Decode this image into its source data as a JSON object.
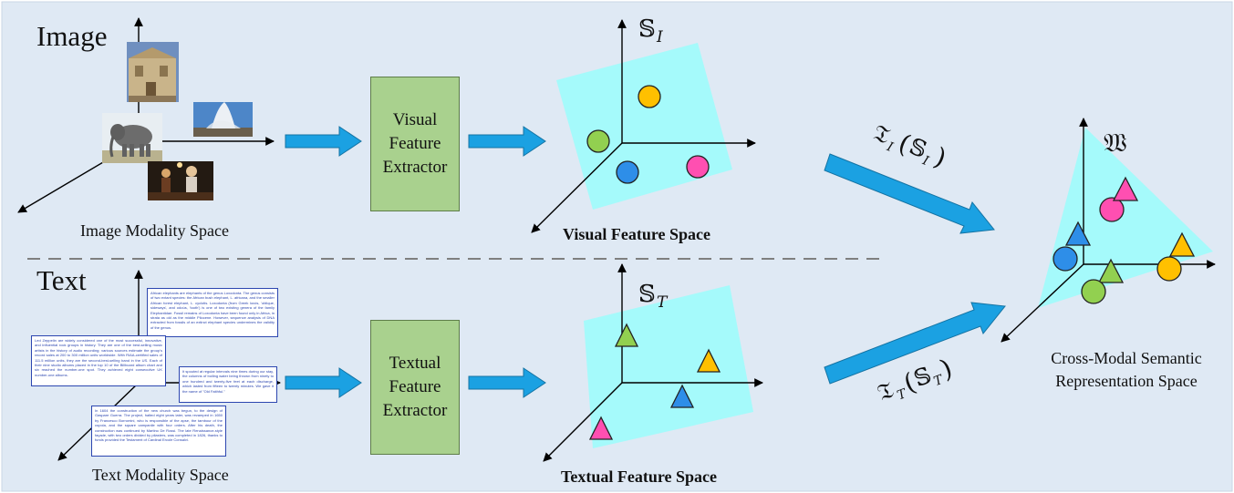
{
  "labels": {
    "image_title": "Image",
    "text_title": "Text",
    "image_modality_space": "Image Modality Space",
    "text_modality_space": "Text Modality Space",
    "visual_feature_space": "Visual Feature Space",
    "textual_feature_space": "Textual Feature Space",
    "cross_modal_line1": "Cross-Modal Semantic",
    "cross_modal_line2": "Representation Space"
  },
  "boxes": {
    "visual": [
      "Visual",
      "Feature",
      "Extractor"
    ],
    "textual": [
      "Textual",
      "Feature",
      "Extractor"
    ]
  },
  "math": {
    "visual_space_symbol": "𝕊",
    "visual_space_sub": "I",
    "textual_space_symbol": "𝕊",
    "textual_space_sub": "T",
    "cross_space_symbol": "𝔚",
    "visual_map_symbol": "𝔗",
    "visual_map_sub": "I",
    "textual_map_symbol": "𝔗",
    "textual_map_sub": "T"
  },
  "text_docs": [
    "African elephants are elephants of the genus Loxodonta. The genus consists of two extant species: the African bush elephant, L. africana, and the smaller African forest elephant, L. cyclotis. Loxodonta (from Greek loxós, 'oblique, sideways', and odoús, 'tooth') is one of two existing genera of the family Elephantidae. Fossil remains of Loxodonta have been found only in Africa, in strata as old as the middle Pliocene. However, sequence analysis of DNA extracted from fossils of an extinct elephant species undermines the validity of the genus.",
    "Led Zeppelin are widely considered one of the most successful, innovative, and influential rock groups in history. They are one of the best-selling music artists in the history of audio recording; various sources estimate the group's record sales at 200 to 300 million units worldwide. With RIAA-certified sales of 111.5 million units, they are the second-best-selling band in the US. Each of their nine studio albums placed in the top 10 of the Billboard album chart and six reached the number-one spot. They achieved eight consecutive UK number-one albums.",
    "It spouted at regular intervals nine times during our stay, the columns of boiling water being thrown from ninety to one hundred and twenty-five feet at each discharge, which lasted from fifteen to twenty minutes. We gave it the name of \"Old Faithful.\"",
    "In 1604 the construction of the new church was begun, to the design of Gaspare Guerra. The project, halted eight years later, was revamped in 1650 by Francesco Borromini, who is responsible of the apse, the tambour of the cupola, and the square campanile with four orders. After his death, the construction was continued by Martino De Rossi. The late Renaissance-style façade, with two orders divided by pilasters, was completed in 1826, thanks to funds provided the Testament of Cardinal Ercole Consalvi."
  ],
  "colors": {
    "background_panel": "#dfe9f4",
    "plane_fill": "#9ffcfc",
    "extractor_box": "#a9d18e",
    "arrow_blue": "#1ba1e2",
    "yellow_class": "#ffc000",
    "green_class": "#92d050",
    "blue_class": "#2e8ee8",
    "pink_class": "#ff4fb1",
    "doc_border": "#2c46b0"
  }
}
